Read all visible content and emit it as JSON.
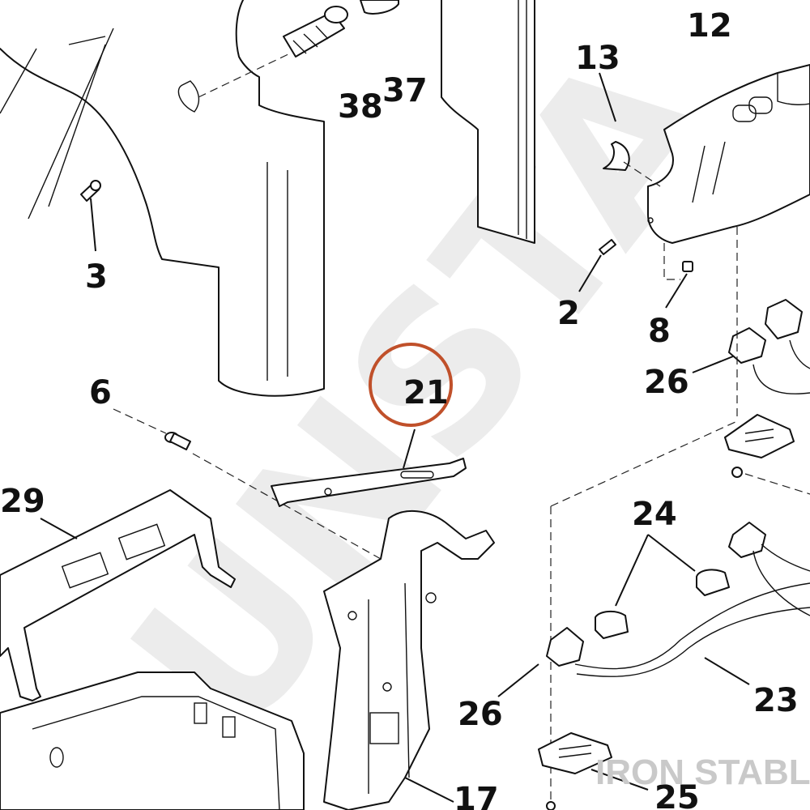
{
  "watermark": {
    "text": "UNSTA"
  },
  "brand": {
    "text": "IRON STABLE"
  },
  "highlight": {
    "color": "#c0502a",
    "target": "21"
  },
  "callouts": {
    "c12": "12",
    "c13": "13",
    "c38": "38",
    "c37": "37",
    "c3": "3",
    "c2": "2",
    "c8": "8",
    "c26a": "26",
    "c6": "6",
    "c21": "21",
    "c29": "29",
    "c24": "24",
    "c26b": "26",
    "c23": "23",
    "c25": "25",
    "c17": "17"
  }
}
